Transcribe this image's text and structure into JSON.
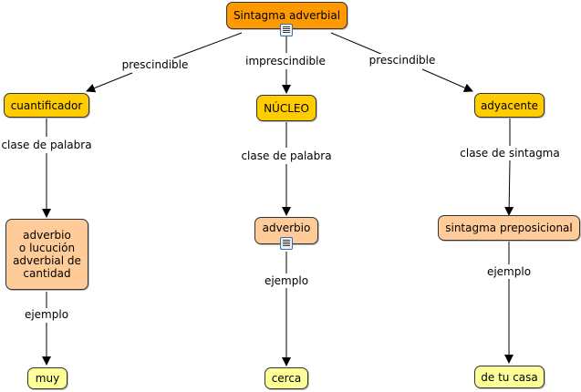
{
  "concepts": {
    "root": "Sintagma adverbial",
    "cuantificador": "cuantificador",
    "nucleo": "NÚCLEO",
    "adyacente": "adyacente",
    "adverbio_cantidad": "adverbio\no lucución\nadverbial de\ncantidad",
    "adverbio": "adverbio",
    "sintagma_preposicional": "sintagma preposicional",
    "muy": "muy",
    "cerca": "cerca",
    "de_tu_casa": "de tu casa"
  },
  "linking_phrases": {
    "prescindible_left": "prescindible",
    "imprescindible": "imprescindible",
    "prescindible_right": "prescindible",
    "clase_de_palabra_left": "clase de palabra",
    "clase_de_palabra_center": "clase de palabra",
    "clase_de_sintagma": "clase de sintagma",
    "ejemplo_left": "ejemplo",
    "ejemplo_center": "ejemplo",
    "ejemplo_right": "ejemplo"
  },
  "resource_icons": [
    "document-icon-root",
    "document-icon-adverbio"
  ],
  "colors": {
    "root": "#ff9900",
    "level1": "#ffcc00",
    "level2": "#ffcc99",
    "examples": "#ffff99"
  }
}
